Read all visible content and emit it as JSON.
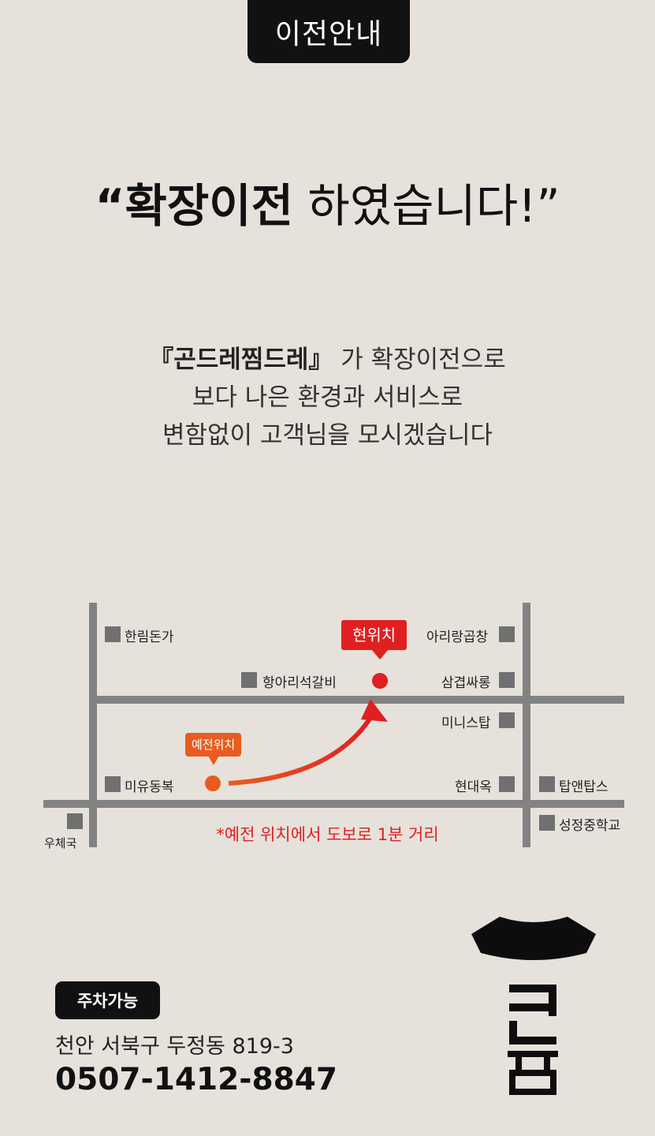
{
  "header": {
    "badge": "이전안내"
  },
  "headline": {
    "bold": "“확장이전",
    "rest": " 하였습니다!”"
  },
  "intro": {
    "brand": "『곤드레찜드레』",
    "line1_rest": " 가 확장이전으로",
    "line2": "보다 나은 환경과 서비스로",
    "line3": "변함없이 고객님을 모시겠습니다"
  },
  "map": {
    "current_pin": "현위치",
    "previous_pin": "예전위치",
    "landmarks": {
      "hanrim": "한림돈가",
      "hangari": "항아리석갈비",
      "arirang": "아리랑곱창",
      "samgyeop": "삼겹싸롱",
      "minis": "미니스탑",
      "miyu": "미유동복",
      "hyundae": "현대옥",
      "tapaen": "탑앤탑스",
      "post": "우체국",
      "school": "성정중학교"
    },
    "walk_note": "*예전 위치에서 도보로 1분 거리",
    "colors": {
      "road": "#828282",
      "current": "#e02020",
      "previous": "#e85c20"
    }
  },
  "footer": {
    "parking": "주차가능",
    "address": "천안 서북구 두정동 819-3",
    "phone": "0507-1412-8847"
  },
  "logo": {
    "text": "곤찜"
  }
}
